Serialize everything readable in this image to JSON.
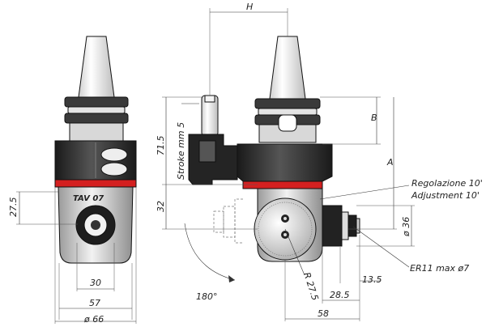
{
  "drawing": {
    "front_view": {
      "engraving": "TAV 07",
      "dims": {
        "height_left": "27.5",
        "width_30": "30",
        "width_57": "57",
        "dia_66": "ø 66"
      }
    },
    "side_view": {
      "dims": {
        "H": "H",
        "B": "B",
        "A": "A",
        "h_71_5": "71.5",
        "stroke": "Stroke mm 5",
        "h_32": "32",
        "dia_36": "ø 36",
        "d_13_5": "13.5",
        "d_28_5": "28.5",
        "d_58": "58",
        "radius": "R 27.5",
        "angle": "180°"
      },
      "notes": {
        "regolazione": "Regolazione 10'",
        "adjustment": "Adjustment 10'",
        "collet": "ER11 max ø7"
      }
    },
    "colors": {
      "steel_light": "#e8e8e8",
      "steel_dark": "#2b2b2b",
      "red_band": "#d42020"
    }
  }
}
